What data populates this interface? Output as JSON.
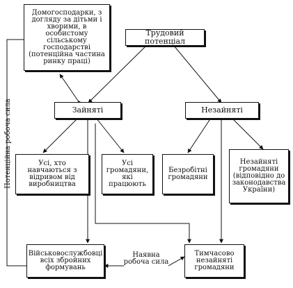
{
  "nodes": {
    "household": "Домогосподарки, з догляду за дітьми і хворими, в особистому сільському господарстві (потенційна частина ринку праці)",
    "labor_potential": "Трудовий потенціал",
    "employed": "Зайняті",
    "unemployed_all": "Незайняті",
    "students": "Усі, хто навчаються з відривом від виробництва",
    "working_citizens": "Усі громадяни, які працюють",
    "unemployed_citizens": "Безробітні громадяни",
    "nonemployed_citizens": "Незайняті громадяни (відповідно до законодавства України)",
    "military": "Військовослужбовці всіх збройних формувань",
    "temporary": "Тимчасово незайняті громадяни"
  },
  "labels": {
    "potential_workforce": "Потенційна робоча сила",
    "actual_workforce": "Наявна робоча сила"
  }
}
